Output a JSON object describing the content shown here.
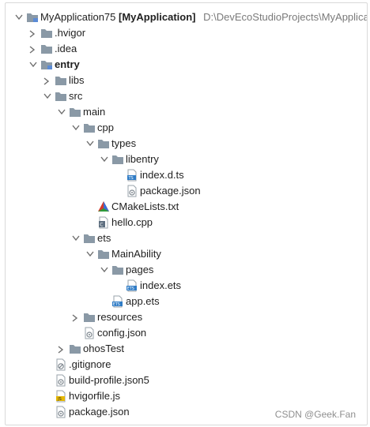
{
  "project": {
    "name": "MyApplication75",
    "module_tag": "[MyApplication]",
    "path": "D:\\DevEcoStudioProjects\\MyApplicat"
  },
  "tree": [
    {
      "label": "MyApplication75",
      "icon": "folder-icon",
      "expanded": true
    },
    {
      "label": ".hvigor",
      "icon": "folder-icon",
      "expanded": false
    },
    {
      "label": ".idea",
      "icon": "folder-icon",
      "expanded": false
    },
    {
      "label": "entry",
      "icon": "folder-icon",
      "expanded": true
    },
    {
      "label": "libs",
      "icon": "folder-icon",
      "expanded": false
    },
    {
      "label": "src",
      "icon": "folder-icon",
      "expanded": true
    },
    {
      "label": "main",
      "icon": "folder-icon",
      "expanded": true
    },
    {
      "label": "cpp",
      "icon": "folder-icon",
      "expanded": true
    },
    {
      "label": "types",
      "icon": "folder-icon",
      "expanded": true
    },
    {
      "label": "libentry",
      "icon": "folder-icon",
      "expanded": true
    },
    {
      "label": "index.d.ts",
      "icon": "ts-file-icon"
    },
    {
      "label": "package.json",
      "icon": "json-file-icon"
    },
    {
      "label": "CMakeLists.txt",
      "icon": "cmake-file-icon"
    },
    {
      "label": "hello.cpp",
      "icon": "cpp-file-icon"
    },
    {
      "label": "ets",
      "icon": "folder-icon",
      "expanded": true
    },
    {
      "label": "MainAbility",
      "icon": "folder-icon",
      "expanded": true
    },
    {
      "label": "pages",
      "icon": "folder-icon",
      "expanded": true
    },
    {
      "label": "index.ets",
      "icon": "ets-file-icon"
    },
    {
      "label": "app.ets",
      "icon": "ets-file-icon"
    },
    {
      "label": "resources",
      "icon": "folder-icon",
      "expanded": false
    },
    {
      "label": "config.json",
      "icon": "json-file-icon"
    },
    {
      "label": "ohosTest",
      "icon": "folder-icon",
      "expanded": false
    },
    {
      "label": ".gitignore",
      "icon": "gitignore-file-icon"
    },
    {
      "label": "build-profile.json5",
      "icon": "json-file-icon"
    },
    {
      "label": "hvigorfile.js",
      "icon": "js-file-icon"
    },
    {
      "label": "package.json",
      "icon": "json-file-icon"
    }
  ],
  "watermark": "CSDN @Geek.Fan",
  "colors": {
    "folder": "#8a99a6",
    "ts": "#2f7cc6",
    "ets": "#2f7cc6",
    "js": "#e6b800",
    "cmake": "#1e7d32"
  }
}
